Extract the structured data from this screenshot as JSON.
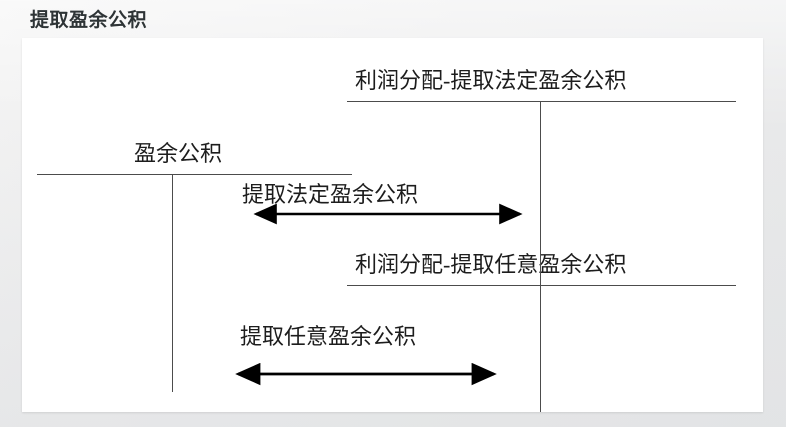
{
  "slide": {
    "title": "提取盈余公积",
    "title_color": "#2e3436",
    "background_color": "#ececed",
    "canvas_color": "#ffffff",
    "line_color": "#4c4c4c",
    "text_color": "#1d1d1d"
  },
  "accounts": [
    {
      "id": "profit-distribution-statutory",
      "label": "利润分配-提取法定盈余公积",
      "side": "right",
      "position": "top"
    },
    {
      "id": "surplus-reserve",
      "label": "盈余公积",
      "side": "left",
      "position": "middle"
    },
    {
      "id": "profit-distribution-discretionary",
      "label": "利润分配-提取任意盈余公积",
      "side": "right",
      "position": "bottom"
    }
  ],
  "flows": [
    {
      "id": "statutory-appropriation",
      "label": "提取法定盈余公积",
      "direction": "double",
      "from": "surplus-reserve",
      "to": "profit-distribution-statutory"
    },
    {
      "id": "discretionary-appropriation",
      "label": "提取任意盈余公积",
      "direction": "double",
      "from": "surplus-reserve",
      "to": "profit-distribution-discretionary"
    }
  ]
}
